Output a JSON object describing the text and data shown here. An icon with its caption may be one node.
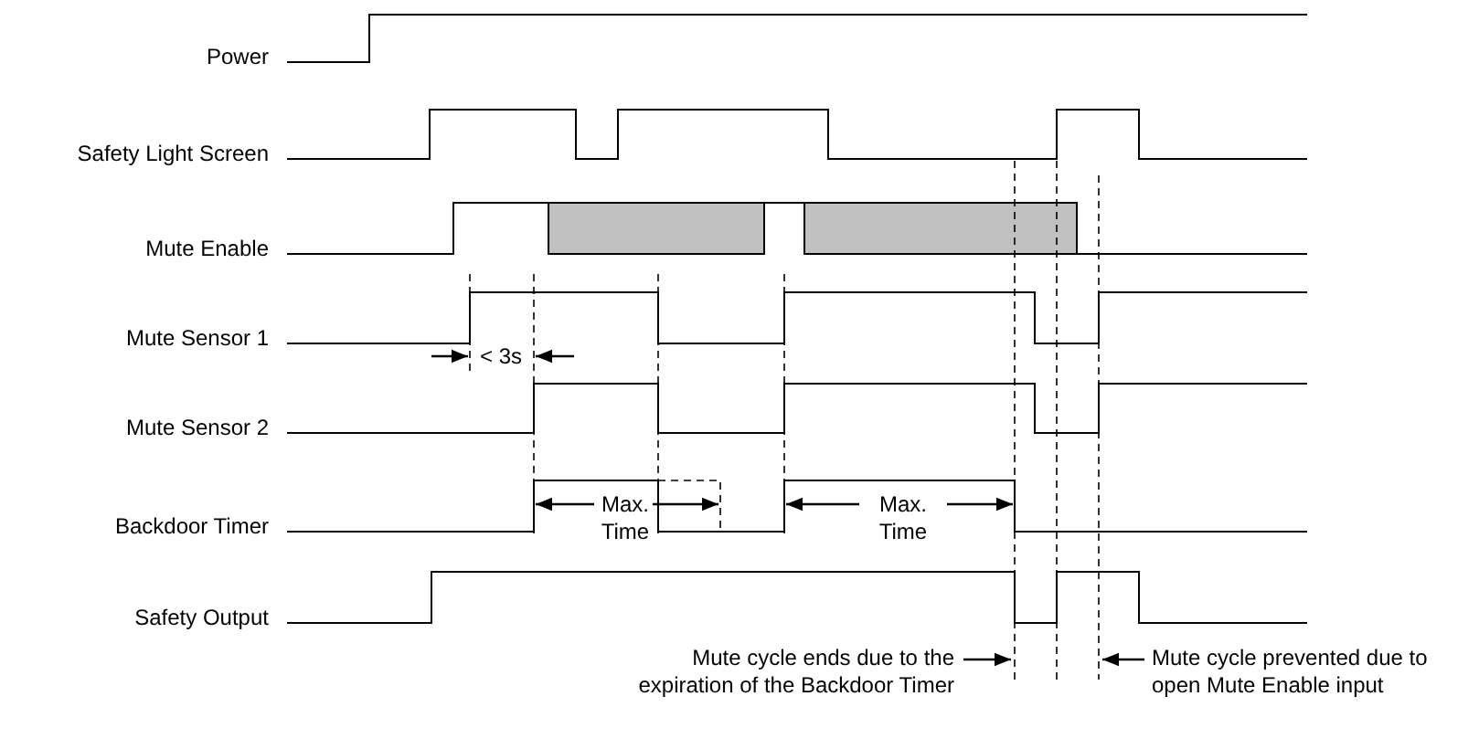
{
  "diagram": {
    "nodes": [
      {
        "text": [
          "Mute cycle ends due to the expiration of the Backdoor Timer"
        ]
      },
      {
        "text": [
          "Mute cycle prevented due to open Mute Enable input"
        ]
      }
    ],
    "edges": [
      {
        "from": 0,
        "to": null,
        "arrow": "to"
      },
      {
        "from": 1,
        "to": null,
        "arrow": "to"
      }
    ],
    "labels": [
      "Power",
      "Safety Light Screen",
      "Mute Enable",
      "Mute Sensor 1",
      "Mute Sensor 2",
      "Backdoor Timer",
      "Safety Output",
      "< 3s",
      "Max. Time",
      "Max. Time"
    ]
  }
}
